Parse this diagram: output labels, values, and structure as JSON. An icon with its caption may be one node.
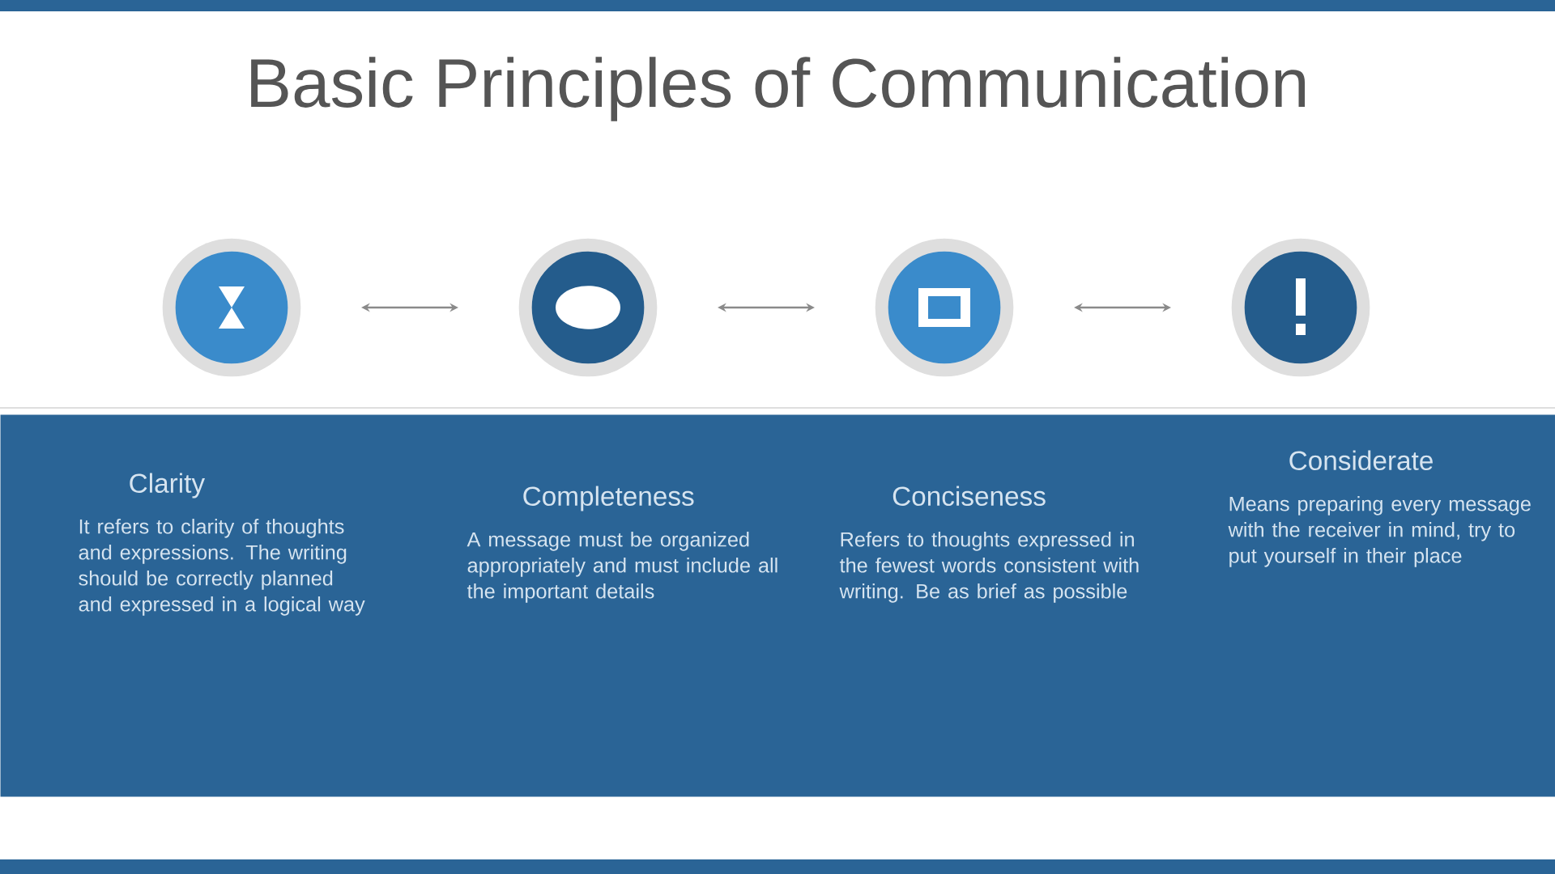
{
  "diagram": {
    "title": "Basic Principles of Communication",
    "nodes": [
      {
        "text": [],
        "shape": "circle"
      },
      {
        "text": [],
        "shape": "circle"
      },
      {
        "text": [],
        "shape": "circle"
      },
      {
        "text": [],
        "shape": "circle"
      },
      {
        "text": [],
        "shape": "band"
      },
      {
        "text": [
          "Clarity",
          "It refers to clarity of thoughts and expressions. The writing should be correctly planned and expressed in a logical way"
        ],
        "in": 4
      },
      {
        "text": [
          "Completeness",
          "A message must be organized appropriately and must include all the important details"
        ],
        "in": 4
      },
      {
        "text": [
          "Conciseness",
          "Refers to thoughts expressed in the fewest words consistent with writing. Be as brief as possible"
        ],
        "in": 4
      },
      {
        "text": [
          "Considerate",
          "Means preparing every message with the receiver in mind, try to put yourself in their place"
        ],
        "in": 4
      }
    ],
    "edges": [
      {
        "from": 0,
        "to": 1,
        "arrow": "both"
      },
      {
        "from": 1,
        "to": 2,
        "arrow": "both"
      },
      {
        "from": 2,
        "to": 3,
        "arrow": "both"
      }
    ]
  }
}
